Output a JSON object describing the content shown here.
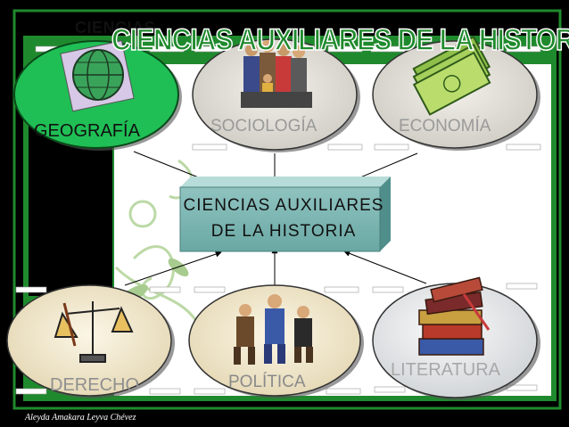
{
  "slide": {
    "title_back": "CIENCIAS",
    "title_main": "CIENCIAS AUXILIARES DE LA HISTORIA",
    "center_box": {
      "line1": "CIENCIAS AUXILIARES",
      "line2": "DE LA HISTORIA"
    },
    "nodes": [
      {
        "id": "geografia",
        "label": "GEOGRAFÍA",
        "icon": "globe-icon"
      },
      {
        "id": "sociologia",
        "label": "SOCIOLOGÍA",
        "icon": "crowd-icon"
      },
      {
        "id": "economia",
        "label": "ECONOMÍA",
        "icon": "money-icon"
      },
      {
        "id": "derecho",
        "label": "DERECHO",
        "icon": "scales-of-justice-icon"
      },
      {
        "id": "politica",
        "label": "POLÍTICA",
        "icon": "politicians-icon"
      },
      {
        "id": "literatura",
        "label": "LITERATURA",
        "icon": "books-icon"
      }
    ],
    "credit": "Aleyda Amakara Leyva Chévez"
  },
  "colors": {
    "background": "#000000",
    "frame_green": "#1f8a2d",
    "geography_fill": "#1fbf55",
    "center_box": "#78b4b0",
    "parchment": "#f3ead2"
  }
}
